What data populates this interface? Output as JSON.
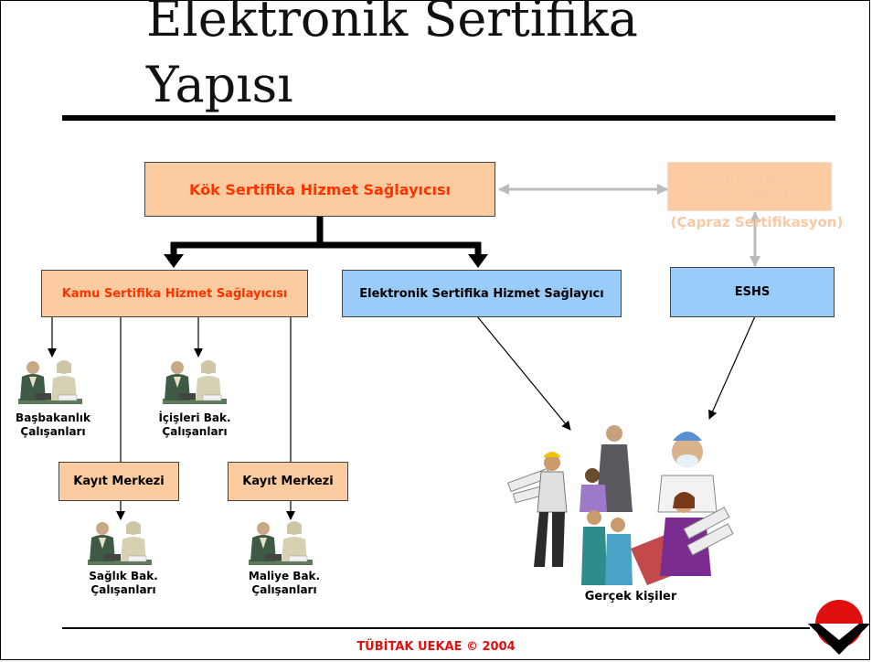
{
  "title": {
    "line1": "Elektronik Sertifika",
    "line2": "Yapısı"
  },
  "boxes": {
    "root": "Kök Sertifika Hizmet Sağlayıcısı",
    "bridge_line1": "Köprü Sertifika",
    "bridge_line2": "Hizmet Sağlayıcısı",
    "bridge_note": "(Çapraz Sertifikasyon)",
    "kamu": "Kamu Sertifika Hizmet Sağlayıcısı",
    "elektronik": "Elektronik Sertifika Hizmet Sağlayıcı",
    "eshs": "ESHS",
    "kayit1": "Kayıt Merkezi",
    "kayit2": "Kayıt Merkezi"
  },
  "labels": {
    "basbakanlik": [
      "Başbakanlık",
      "Çalışanları"
    ],
    "icisleri": [
      "İçişleri Bak.",
      "Çalışanları"
    ],
    "saglik": [
      "Sağlık Bak.",
      "Çalışanları"
    ],
    "maliye": [
      "Maliye Bak.",
      "Çalışanları"
    ],
    "gercek": "Gerçek kişiler"
  },
  "footer": "TÜBİTAK UEKAE © 2004",
  "colors": {
    "orange_box": "#fccca0",
    "blue_box": "#99ccf9",
    "root_text": "#ff3300",
    "kamu_text": "#ff3300",
    "bridge_text": "#f7c9a5",
    "footer_text": "#e01010"
  },
  "icons": [
    "office-workers-icon",
    "workers-group-icon",
    "tubitak-logo-icon"
  ]
}
